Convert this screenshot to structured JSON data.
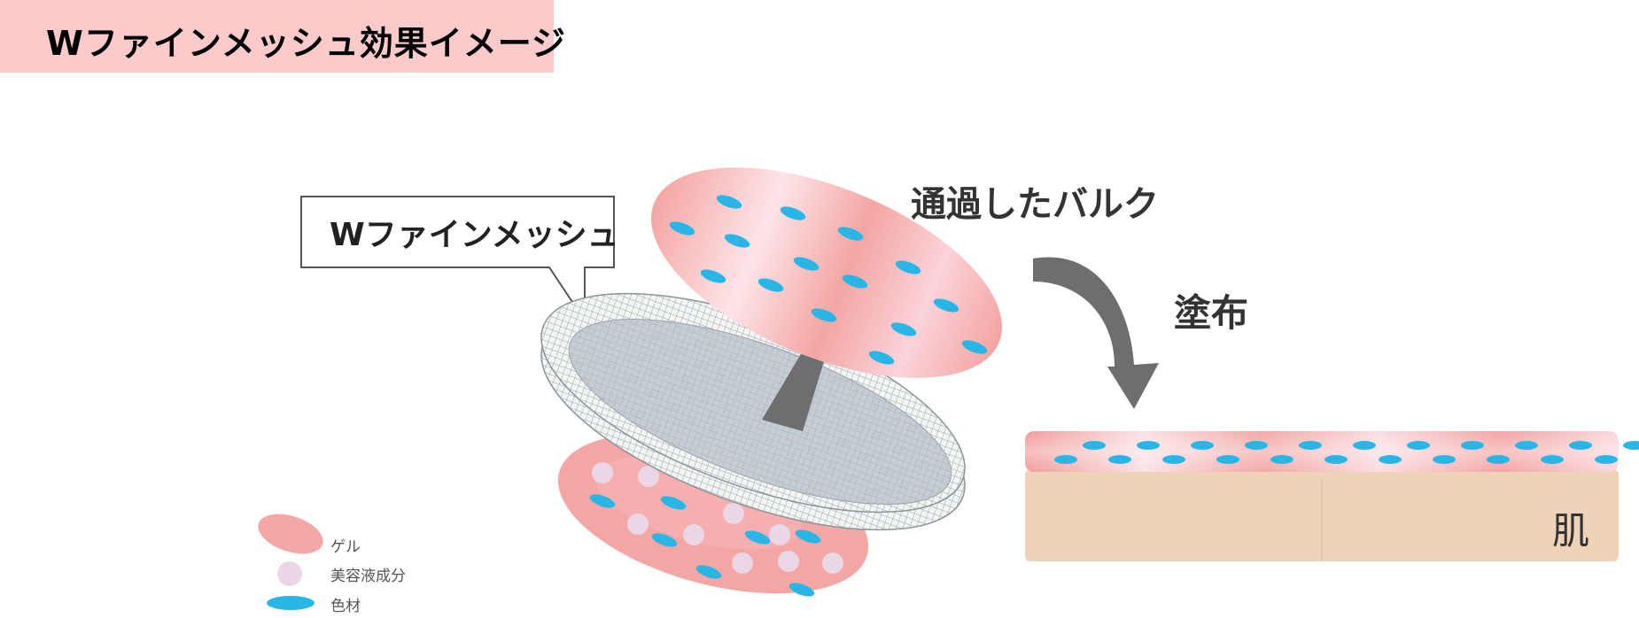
{
  "title": "Wファインメッシュ効果イメージ",
  "labels": {
    "mesh_callout": "Wファインメッシュ",
    "passed_bulk": "通過したバルク",
    "apply": "塗布",
    "skin": "肌"
  },
  "legend": {
    "gel": "ゲル",
    "serum": "美容液成分",
    "colorant": "色材"
  },
  "colors": {
    "title_band": "#fbcaca",
    "gel_pink": "#f4a7a4",
    "gel_light": "#fbe0e4",
    "serum_lavender": "#ead6e4",
    "colorant_cyan": "#29b6e6",
    "mesh_grey": "#c9cfd3",
    "arrow_grey": "#6d6e70",
    "skin_beige": "#efd3b9"
  },
  "icons": [
    "upward-arrow",
    "curved-down-arrow",
    "mesh-disc",
    "gel-disc",
    "callout-box"
  ]
}
